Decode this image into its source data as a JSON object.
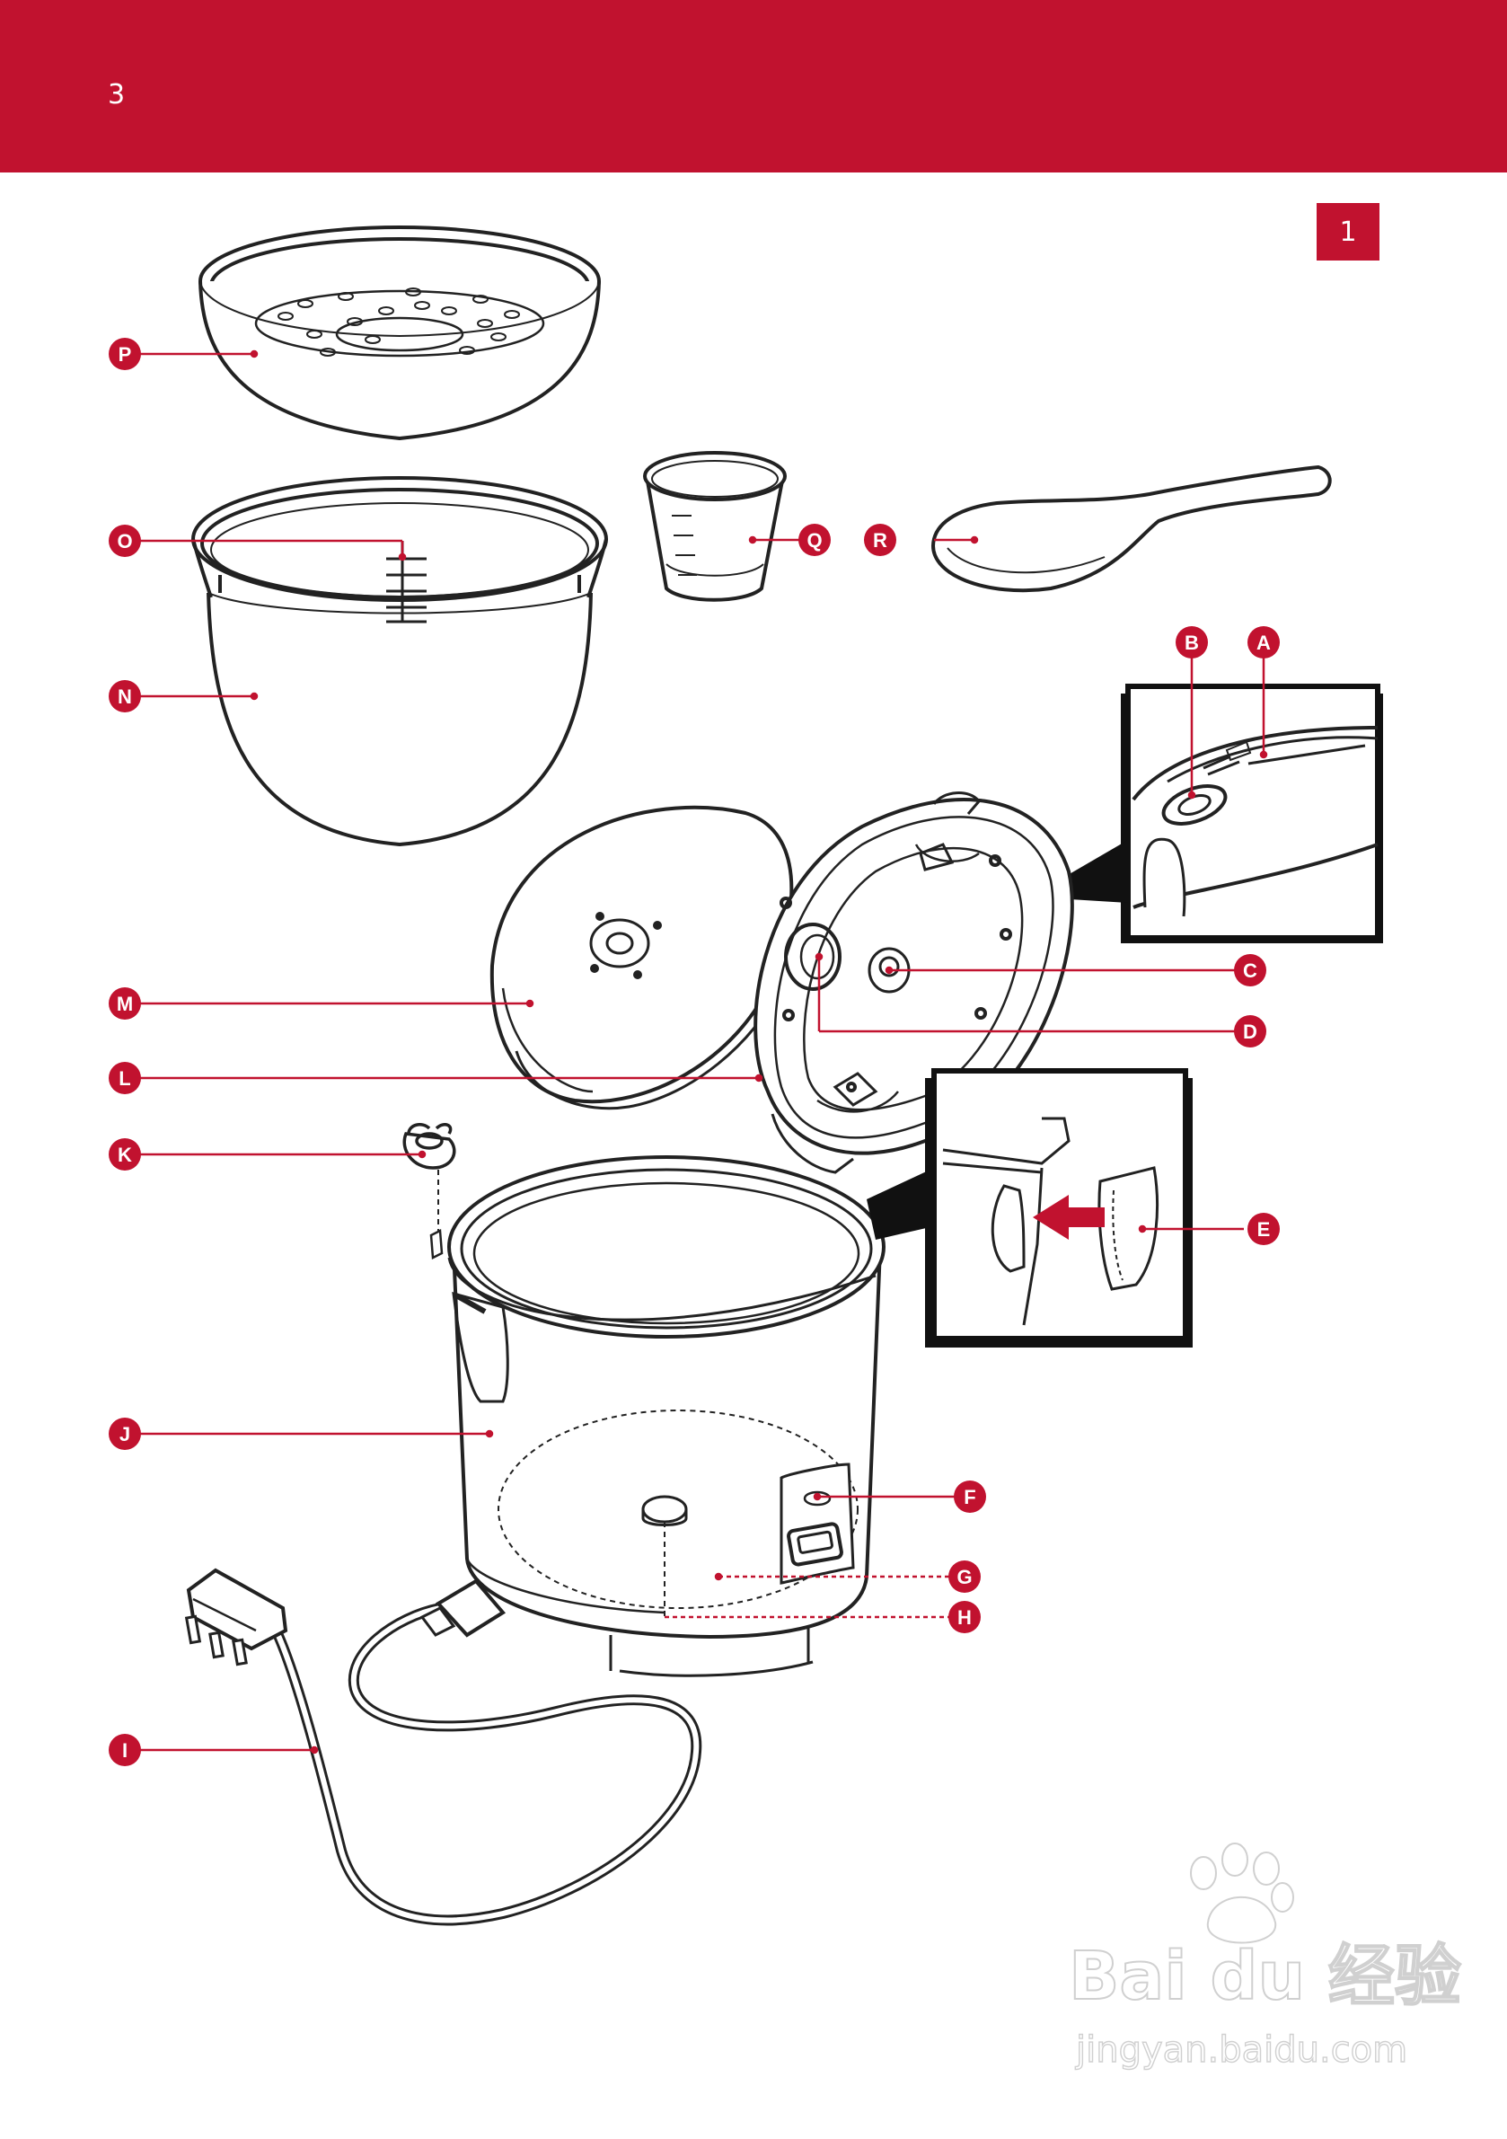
{
  "page": {
    "number": "3",
    "figure_label": "1"
  },
  "accent_color": "#c1122f",
  "callouts": [
    "P",
    "O",
    "N",
    "Q",
    "R",
    "B",
    "A",
    "C",
    "D",
    "M",
    "L",
    "K",
    "E",
    "J",
    "F",
    "G",
    "H",
    "I"
  ],
  "watermark": {
    "brand": "Bai du 经验",
    "url": "jingyan.baidu.com"
  }
}
